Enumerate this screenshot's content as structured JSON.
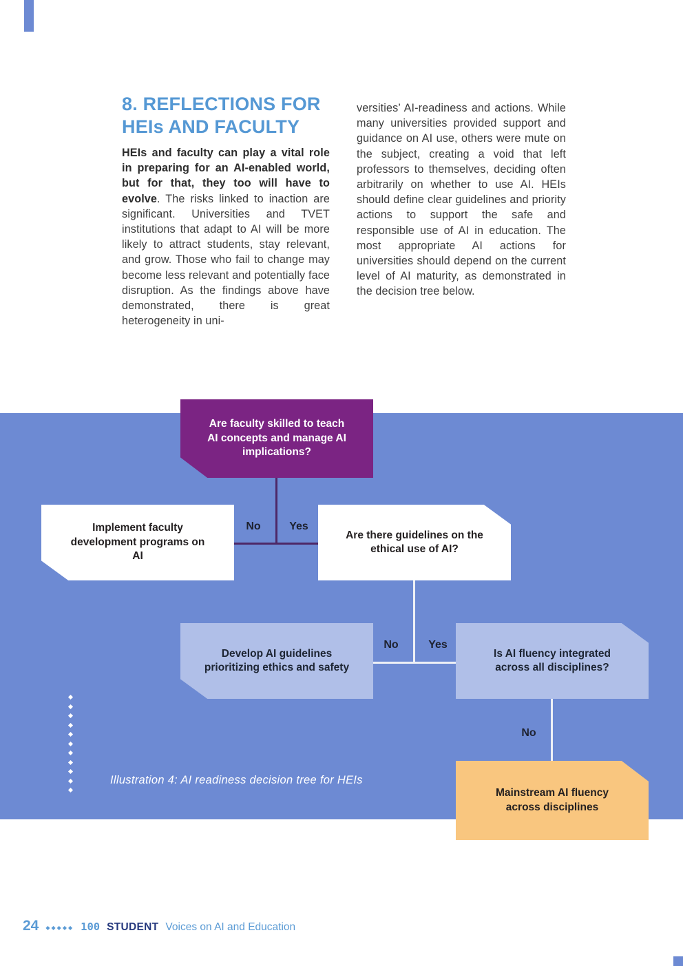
{
  "article": {
    "heading_line1": "8. REFLECTIONS FOR",
    "heading_line2": "HEIs AND FACULTY",
    "lead_bold": "HEIs and faculty can play a vital role in preparing for an AI-enabled world, but for that, they too will have to evolve",
    "lead_rest": ". The risks linked to inaction are significant. Universities and TVET institutions that adapt to AI will be more likely to attract students, stay relevant, and grow. Those who fail to change may become less relevant and potentially face disruption. As the findings above have demonstrated, there is great heterogeneity in uni-",
    "column2": "versities’ AI-readiness and actions. While many universities provided support and guidance on AI use, others were mute on the subject, creating a void that left professors to themselves, deciding often arbitrarily on whether to use AI. HEIs should define clear guidelines and priority actions to support the safe and responsible use of AI in education. The most appropriate AI actions for universities should depend on the current level of AI maturity, as demonstrated in the decision tree below."
  },
  "diagram": {
    "caption": "Illustration 4: AI readiness decision tree for HEIs",
    "root_question": "Are faculty skilled to teach AI concepts and manage AI implications?",
    "action_no1": "Implement faculty development programs on AI",
    "question2": "Are there guidelines on the ethical use of AI?",
    "action_no2": "Develop AI guidelines prioritizing ethics and safety",
    "question3": "Is AI fluency integrated across all disciplines?",
    "action_no3": "Mainstream AI fluency across disciplines",
    "labels": {
      "branch1_no": "No",
      "branch1_yes": "Yes",
      "branch2_no": "No",
      "branch2_yes": "Yes",
      "branch3_no": "No"
    },
    "colors": {
      "band_blue": "#6d8ad3",
      "root_purple": "#7b2483",
      "answer_white": "#ffffff",
      "answer_light_blue": "#b0bfe8",
      "action_orange": "#f9c67f",
      "connector_dark": "#4d2766",
      "connector_light": "#eef0f6",
      "edge_label_dark": "#1e2230"
    }
  },
  "footer": {
    "page_number": "24",
    "dots": "◆◆◆◆◆",
    "series_number": "100",
    "series_title_bold": "STUDENT",
    "series_title_rest": "Voices on AI and Education"
  },
  "theme": {
    "heading_blue": "#5598d4",
    "body_text": "#3e3e3e",
    "footer_navy": "#26397e"
  }
}
